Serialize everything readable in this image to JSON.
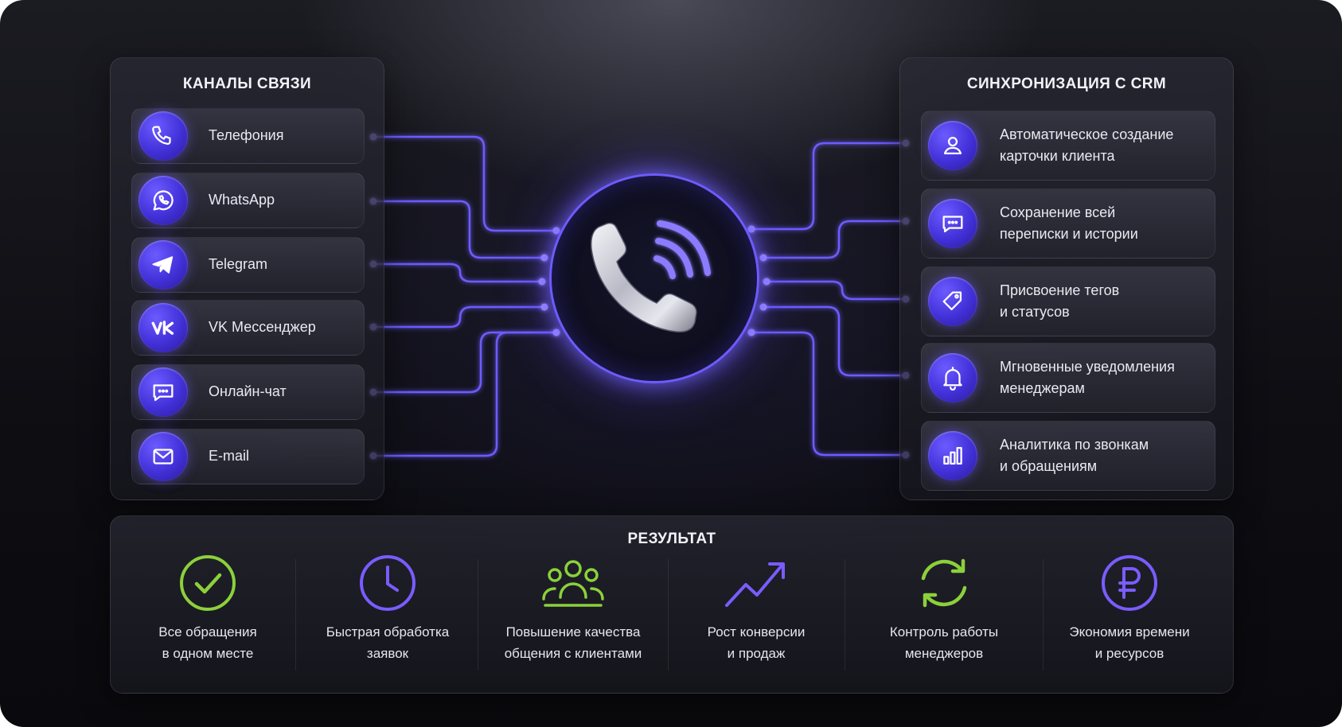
{
  "left_panel": {
    "title": "КАНАЛЫ СВЯЗИ",
    "items": [
      {
        "label": "Телефония",
        "icon": "phone-icon"
      },
      {
        "label": "WhatsApp",
        "icon": "whatsapp-icon"
      },
      {
        "label": "Telegram",
        "icon": "telegram-icon"
      },
      {
        "label": "VK Мессенджер",
        "icon": "vk-icon"
      },
      {
        "label": "Онлайн-чат",
        "icon": "chat-icon"
      },
      {
        "label": "E-mail",
        "icon": "mail-icon"
      }
    ]
  },
  "right_panel": {
    "title": "СИНХРОНИЗАЦИЯ С CRM",
    "items": [
      {
        "line1": "Автоматическое создание",
        "line2": "карточки клиента",
        "icon": "user-icon"
      },
      {
        "line1": "Сохранение всей",
        "line2": "переписки и истории",
        "icon": "chat-icon"
      },
      {
        "line1": "Присвоение тегов",
        "line2": "и статусов",
        "icon": "tag-icon"
      },
      {
        "line1": "Мгновенные уведомления",
        "line2": "менеджерам",
        "icon": "bell-icon"
      },
      {
        "line1": "Аналитика по звонкам",
        "line2": "и обращениям",
        "icon": "bar-chart-icon"
      }
    ]
  },
  "hub": {
    "icon": "phone-signal-icon"
  },
  "result": {
    "title": "РЕЗУЛЬТАТ",
    "items": [
      {
        "line1": "Все обращения",
        "line2": "в одном месте",
        "icon": "check-circle-icon"
      },
      {
        "line1": "Быстрая обработка",
        "line2": "заявок",
        "icon": "clock-icon"
      },
      {
        "line1": "Повышение качества",
        "line2": "общения с клиентами",
        "icon": "people-icon"
      },
      {
        "line1": "Рост конверсии",
        "line2": "и продаж",
        "icon": "trend-up-icon"
      },
      {
        "line1": "Контроль работы",
        "line2": "менеджеров",
        "icon": "refresh-icon"
      },
      {
        "line1": "Экономия времени",
        "line2": "и ресурсов",
        "icon": "ruble-icon"
      }
    ]
  },
  "colors": {
    "accent": "#5b46ff",
    "line_glow": "#6d5cff",
    "green": "#8bd13a",
    "violet": "#7a5cff",
    "background": "#0e0e13"
  }
}
